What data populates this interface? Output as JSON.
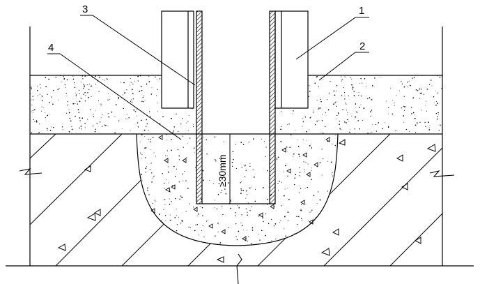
{
  "diagram": {
    "callouts": [
      {
        "id": "1",
        "text": "1"
      },
      {
        "id": "2",
        "text": "2"
      },
      {
        "id": "3",
        "text": "3"
      },
      {
        "id": "4",
        "text": "4"
      }
    ],
    "dimension": {
      "text": "≥30mm"
    }
  },
  "colors": {
    "line": "#000000",
    "background": "#ffffff",
    "hatch_fill": "#555555"
  }
}
